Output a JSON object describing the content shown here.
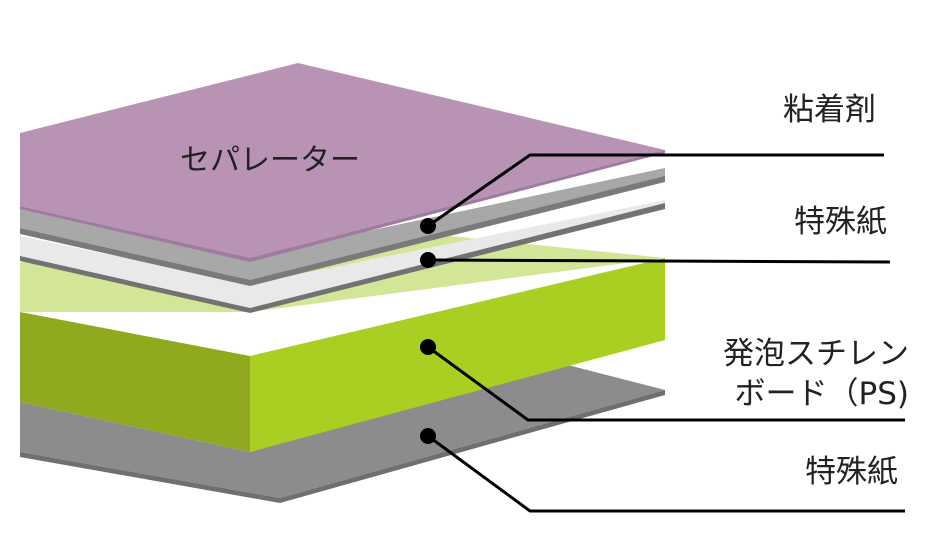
{
  "labels": {
    "separator": "セパレーター",
    "adhesive": "粘着剤",
    "special_paper_top": "特殊紙",
    "foam_line1": "発泡スチレン",
    "foam_line2": "ボード（PS)",
    "special_paper_bottom": "特殊紙"
  },
  "colors": {
    "separator": "#b993b4",
    "separator_edge": "#a07ba0",
    "adhesive": "#a8a8a8",
    "adhesive_edge": "#7a7a7a",
    "paper_top": "#e9e9e9",
    "paper_top_edge": "#727272",
    "foam_top": "#d3e597",
    "foam_front": "#a9cf22",
    "foam_side": "#8faa1f",
    "paper_bottom": "#8c8c8c",
    "paper_bottom_edge": "#6f6f6f",
    "leader": "#000000"
  }
}
